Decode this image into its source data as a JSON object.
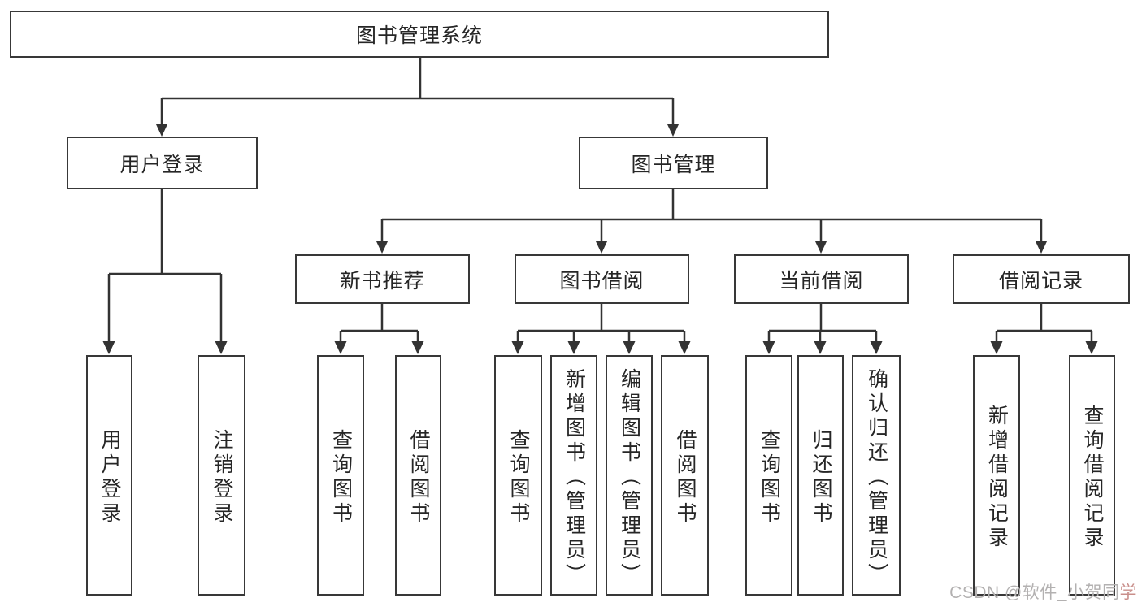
{
  "tree": {
    "root": "图书管理系统",
    "user_login": {
      "label": "用户登录",
      "children": [
        "用户登录",
        "注销登录"
      ]
    },
    "book_mgmt": {
      "label": "图书管理",
      "sections": {
        "new_book": {
          "label": "新书推荐",
          "children": [
            "查询图书",
            "借阅图书"
          ]
        },
        "borrowing": {
          "label": "图书借阅",
          "children": [
            "查询图书",
            "新增图书（管理员）",
            "编辑图书（管理员）",
            "借阅图书"
          ]
        },
        "current": {
          "label": "当前借阅",
          "children": [
            "查询图书",
            "归还图书",
            "确认归还（管理员）"
          ]
        },
        "records": {
          "label": "借阅记录",
          "children": [
            "新增借阅记录",
            "查询借阅记录"
          ]
        }
      }
    }
  },
  "watermark": {
    "main": "CSDN @软件_小贺同",
    "accent": "学"
  },
  "colors": {
    "box_border": "#383838",
    "connector_line": "#333333",
    "label_text": "#262626",
    "watermark_text": "#b3b1b1",
    "watermark_accent": "#c98f8b"
  }
}
